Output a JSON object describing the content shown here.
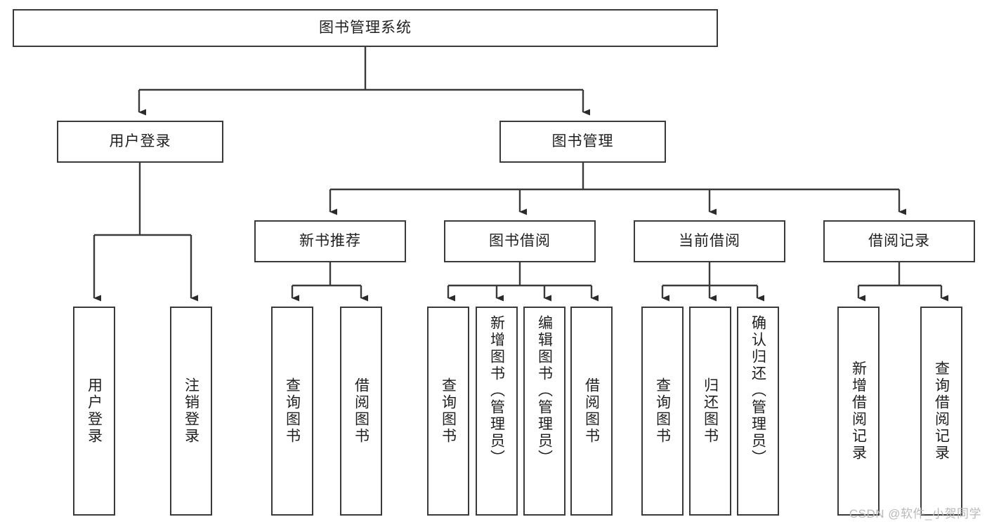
{
  "diagram": {
    "title": "图书管理系统",
    "type": "tree-hierarchy",
    "watermark": "CSDN @软件_小贺同学",
    "colors": {
      "box_border": "#3a3a3a",
      "box_fill": "#ffffff",
      "edge": "#3a3a3a",
      "text": "#1f1f1f",
      "watermark": "#b9b9b9",
      "background": "#ffffff"
    },
    "levels": {
      "root": {
        "label": "图书管理系统"
      },
      "level2": [
        {
          "label": "用户登录"
        },
        {
          "label": "图书管理"
        }
      ],
      "level3": [
        {
          "label": "新书推荐"
        },
        {
          "label": "图书借阅"
        },
        {
          "label": "当前借阅"
        },
        {
          "label": "借阅记录"
        }
      ],
      "leaves": {
        "user_login": [
          {
            "label": "用户登录"
          },
          {
            "label": "注销登录"
          }
        ],
        "new_book_recommend": [
          {
            "label": "查询图书"
          },
          {
            "label": "借阅图书"
          }
        ],
        "book_borrow": [
          {
            "label": "查询图书"
          },
          {
            "label": "新增图书（管理员）"
          },
          {
            "label": "编辑图书（管理员）"
          },
          {
            "label": "借阅图书"
          }
        ],
        "current_borrow": [
          {
            "label": "查询图书"
          },
          {
            "label": "归还图书"
          },
          {
            "label": "确认归还（管理员）"
          }
        ],
        "borrow_record": [
          {
            "label": "新增借阅记录"
          },
          {
            "label": "查询借阅记录"
          }
        ]
      }
    }
  }
}
